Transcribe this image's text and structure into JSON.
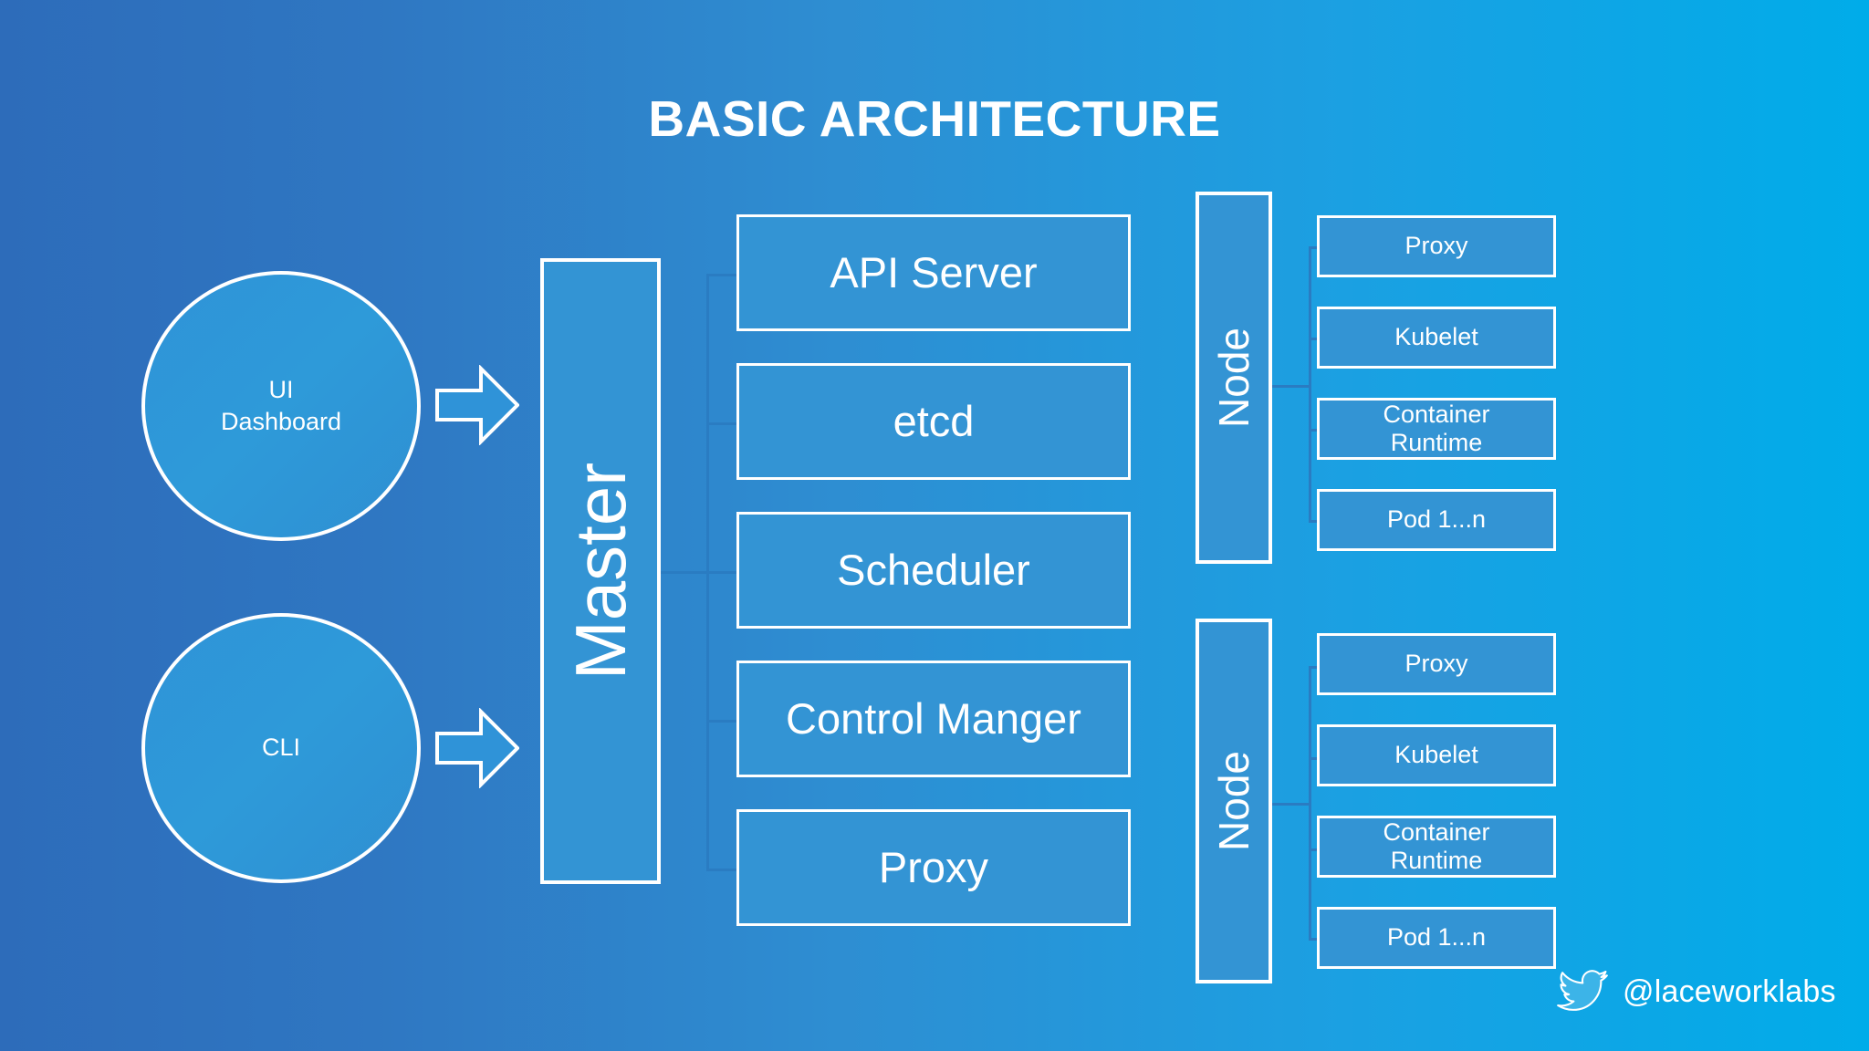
{
  "slide": {
    "title": "BASIC ARCHITECTURE",
    "background_left_color": "#2d6cba",
    "background_right_color": "#00ace9",
    "box_fill_color": "#3394d4",
    "box_border_color": "#ffffff",
    "connector_color": "#2a7cc2"
  },
  "clients": [
    {
      "id": "ui-dashboard",
      "line1": "UI",
      "line2": "Dashboard",
      "shape": "circle"
    },
    {
      "id": "cli",
      "line1": "CLI",
      "line2": "",
      "shape": "circle"
    }
  ],
  "arrows": [
    {
      "id": "arrow-ui-to-master",
      "direction": "right"
    },
    {
      "id": "arrow-cli-to-master",
      "direction": "right"
    }
  ],
  "master": {
    "label": "Master",
    "orientation": "vertical",
    "components": [
      {
        "id": "api-server",
        "label": "API Server"
      },
      {
        "id": "etcd",
        "label": "etcd"
      },
      {
        "id": "scheduler",
        "label": "Scheduler"
      },
      {
        "id": "control-manger",
        "label": "Control Manger"
      },
      {
        "id": "proxy",
        "label": "Proxy"
      }
    ]
  },
  "nodes": [
    {
      "id": "node-1",
      "label": "Node",
      "components": [
        {
          "id": "node1-proxy",
          "line1": "Proxy",
          "line2": ""
        },
        {
          "id": "node1-kubelet",
          "line1": "Kubelet",
          "line2": ""
        },
        {
          "id": "node1-runtime",
          "line1": "Container",
          "line2": "Runtime"
        },
        {
          "id": "node1-pods",
          "line1": "Pod 1...n",
          "line2": ""
        }
      ]
    },
    {
      "id": "node-2",
      "label": "Node",
      "components": [
        {
          "id": "node2-proxy",
          "line1": "Proxy",
          "line2": ""
        },
        {
          "id": "node2-kubelet",
          "line1": "Kubelet",
          "line2": ""
        },
        {
          "id": "node2-runtime",
          "line1": "Container",
          "line2": "Runtime"
        },
        {
          "id": "node2-pods",
          "line1": "Pod 1...n",
          "line2": ""
        }
      ]
    }
  ],
  "footer": {
    "twitter_icon": "twitter-bird-icon",
    "handle": "@laceworklabs"
  }
}
